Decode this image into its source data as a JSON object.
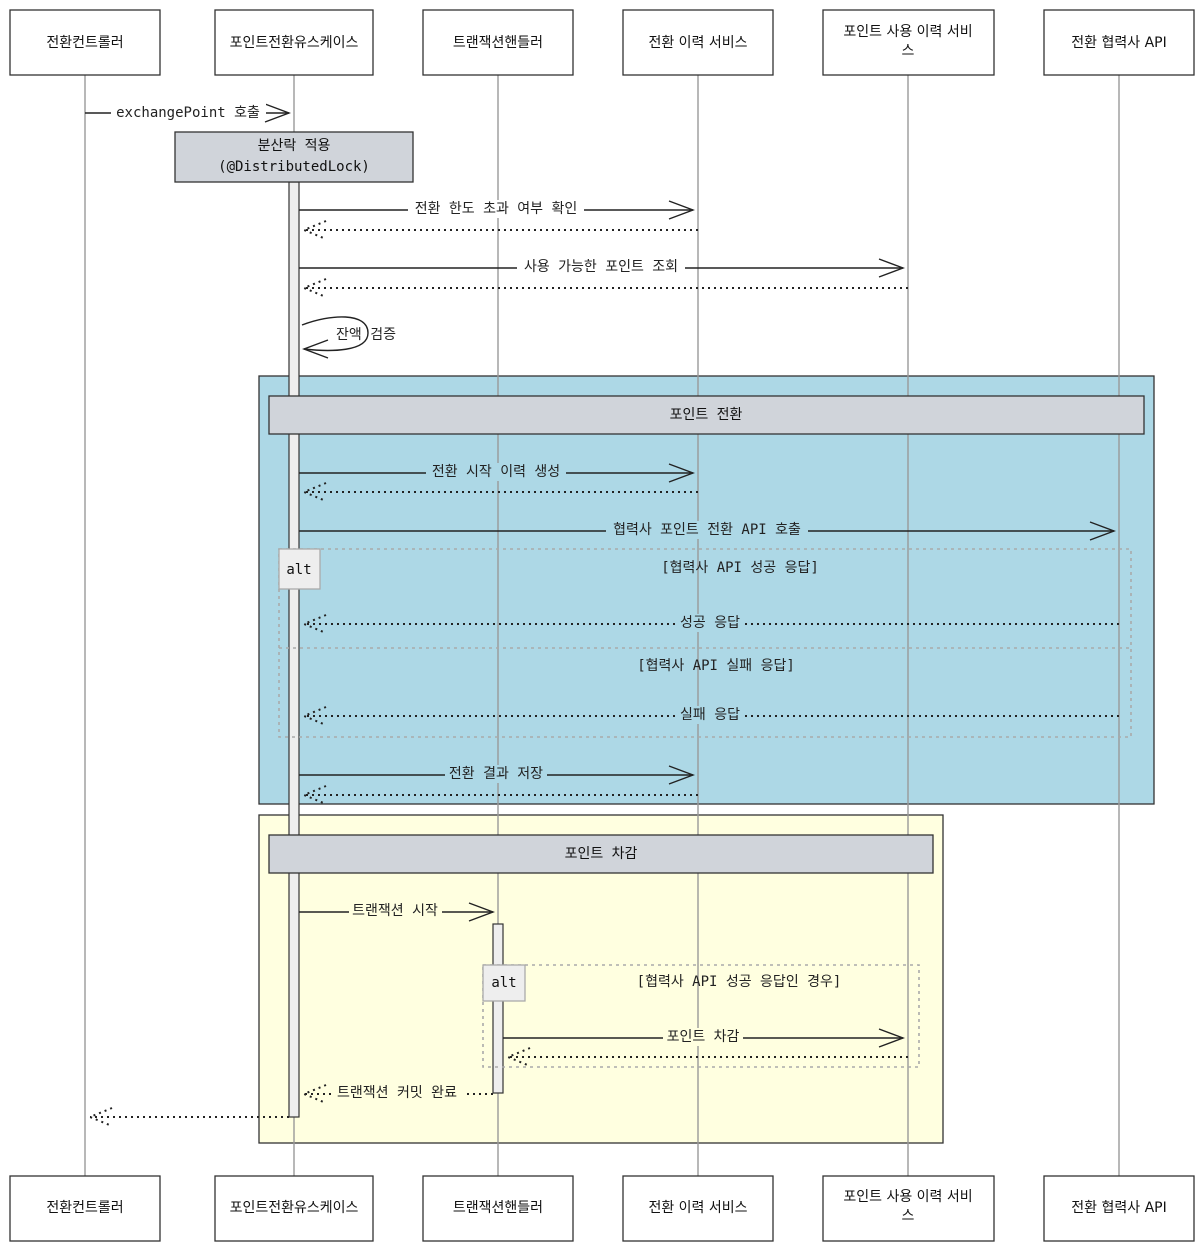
{
  "actors": [
    {
      "id": "controller",
      "name": "전환컨트롤러"
    },
    {
      "id": "usecase",
      "name": "포인트전환유스케이스"
    },
    {
      "id": "tx_handler",
      "name": "트랜잭션핸들러"
    },
    {
      "id": "history",
      "name": "전환 이력 서비스"
    },
    {
      "id": "usage_history",
      "name": "포인트 사용 이력 서비스"
    },
    {
      "id": "partner_api",
      "name": "전환 협력사 API"
    }
  ],
  "messages": {
    "exchange_point": "exchangePoint 호출",
    "check_limit": "전환 한도 초과 여부 확인",
    "query_points": "사용 가능한 포인트 조회",
    "validate_balance": "잔액 검증",
    "create_history": "전환 시작 이력 생성",
    "call_partner": "협력사 포인트 전환 API 호출",
    "success_response": "성공 응답",
    "failure_response": "실패 응답",
    "save_result": "전환 결과 저장",
    "start_tx": "트랜잭션 시작",
    "deduct_point": "포인트 차감",
    "commit_tx": "트랜잭션 커밋 완료"
  },
  "notes": {
    "lock_line1": "분산락 적용",
    "lock_line2": "(@DistributedLock)",
    "point_exchange": "포인트 전환",
    "point_deduct": "포인트 차감"
  },
  "fragments": {
    "alt_keyword": "alt",
    "alt1_cond1": "[협력사 API 성공 응답]",
    "alt1_cond2": "[협력사 API 실패 응답]",
    "alt2_cond1": "[협력사 API 성공 응답인 경우]"
  },
  "colors": {
    "exchange_region": "#add8e6",
    "deduct_region": "#ffffe0",
    "note_fill": "#d0d4da"
  }
}
